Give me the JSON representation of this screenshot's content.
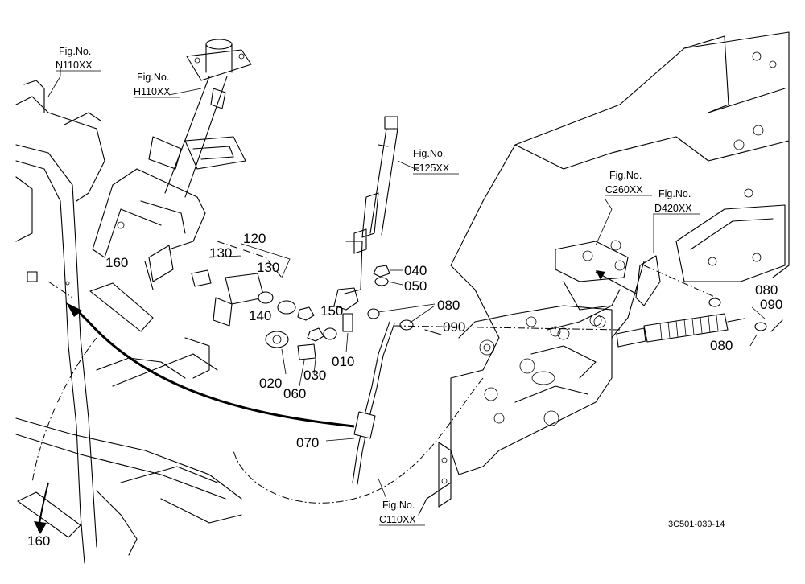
{
  "figure_refs": {
    "n110": {
      "prefix": "Fig.No.",
      "code": "N110XX"
    },
    "h110": {
      "prefix": "Fig.No.",
      "code": "H110XX"
    },
    "f125": {
      "prefix": "Fig.No.",
      "code": "F125XX"
    },
    "c260": {
      "prefix": "Fig.No.",
      "code": "C260XX"
    },
    "d420": {
      "prefix": "Fig.No.",
      "code": "D420XX"
    },
    "c110": {
      "prefix": "Fig.No.",
      "code": "C110XX"
    }
  },
  "parts": {
    "p010": "010",
    "p020": "020",
    "p030": "030",
    "p040": "040",
    "p050": "050",
    "p060": "060",
    "p070": "070",
    "p080a": "080",
    "p080b": "080",
    "p080c": "080",
    "p090a": "090",
    "p090b": "090",
    "p120": "120",
    "p130a": "130",
    "p130b": "130",
    "p140": "140",
    "p150": "150",
    "p160a": "160",
    "p160b": "160"
  },
  "drawing_code": "3C501-039-14"
}
